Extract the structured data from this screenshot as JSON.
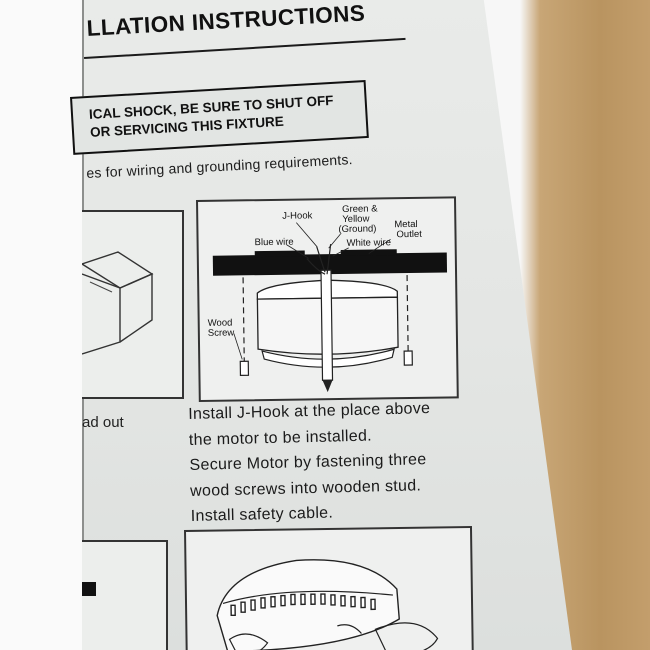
{
  "heading": "LLATION INSTRUCTIONS",
  "warning": {
    "line1": "ICAL SHOCK, BE SURE TO SHUT OFF",
    "line2": "OR SERVICING THIS FIXTURE"
  },
  "wiring_note": "es for wiring and grounding requirements.",
  "left_caption": "ad out",
  "diagram_labels": {
    "j_hook": "J-Hook",
    "green_yellow_1": "Green &",
    "green_yellow_2": "Yellow",
    "green_yellow_3": "(Ground)",
    "metal_outlet_1": "Metal",
    "metal_outlet_2": "Outlet",
    "blue_wire": "Blue wire",
    "white_wire": "White wire",
    "wood_screw_1": "Wood",
    "wood_screw_2": "Screw"
  },
  "instructions": [
    "Install J-Hook at the place above",
    "the motor to be installed.",
    "Secure Motor by fastening three",
    "wood screws into wooden stud.",
    "Install safety cable."
  ]
}
